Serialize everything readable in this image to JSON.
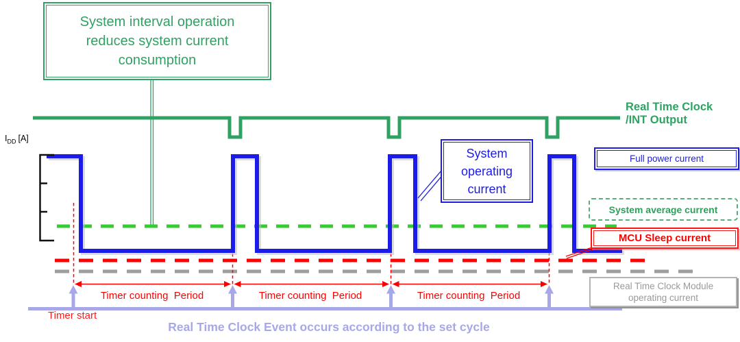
{
  "title_callout": {
    "line1": "System interval operation",
    "line2": "reduces system current",
    "line3": "consumption"
  },
  "rtc_output_label": {
    "line1": "Real Time Clock",
    "line2": "/INT Output"
  },
  "y_axis": {
    "symbol": "I",
    "subscript": "DD",
    "unit": "[A]"
  },
  "operating_callout": {
    "line1": "System",
    "line2": "operating",
    "line3": "current"
  },
  "legend": {
    "full_power": "Full power current",
    "system_average": "System average current",
    "mcu_sleep": "MCU Sleep current",
    "rtc_module": {
      "line1": "Real Time Clock Module",
      "line2": "operating current"
    }
  },
  "timeline": {
    "periods": [
      "Timer counting  Period",
      "Timer counting  Period",
      "Timer counting  Period"
    ],
    "timer_start": "Timer start",
    "caption": "Real Time Clock Event occurs according to the set cycle"
  },
  "colors": {
    "signal_green": "#2fa263",
    "average_dashed_green": "#33cc33",
    "full_power_blue": "#1c1ce8",
    "sleep_red": "#ff0000",
    "rtc_module_gray": "#9e9e9e",
    "event_lavender": "#a8a8e8",
    "axis_black": "#000000"
  },
  "diagram_data": {
    "type": "timing-diagram",
    "y_axis": "IDD [A]",
    "signals": [
      {
        "name": "Real Time Clock /INT Output",
        "style": "solid green line, normally high",
        "events": "3 short low pulses, one at the start of each timer counting period"
      },
      {
        "name": "System current consumption (IDD)",
        "style": "solid blue square wave with light gray drop shadow",
        "description": "4 full-power pulses separated by long sleep intervals; each wake-up coincides with an RTC /INT low pulse"
      }
    ],
    "reference_levels_high_to_low": [
      "Full power current (blue, solid high level)",
      "System average current (green dashed line)",
      "MCU Sleep current (red dashed line)",
      "Real Time Clock Module operating current (gray dashed line)"
    ],
    "timer_counting_periods": 3,
    "timer_start_events": 4,
    "annotation": "System interval operation reduces system current consumption"
  }
}
